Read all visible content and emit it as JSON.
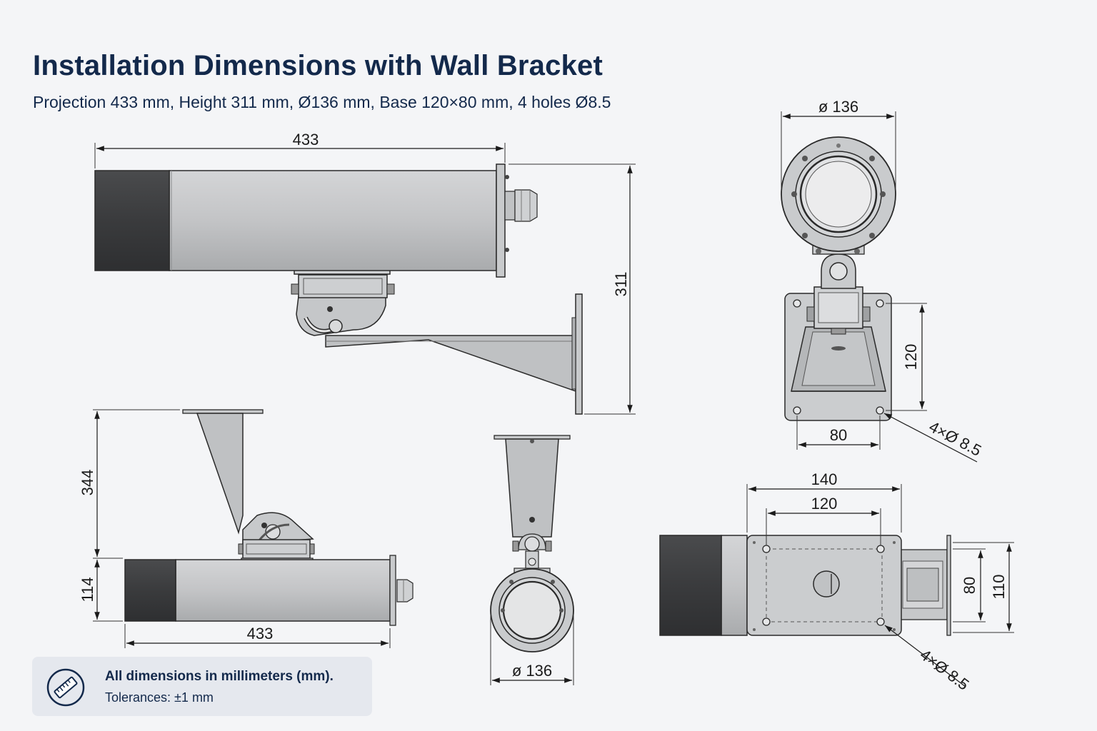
{
  "header": {
    "title": "Installation Dimensions with Wall Bracket",
    "subtitle": "Projection 433 mm, Height 311 mm, Ø136 mm, Base 120×80 mm, 4 holes Ø8.5"
  },
  "dimensions": {
    "side_projection": "433",
    "side_height": "311",
    "front_diameter": "ø 136",
    "front_base_height": "120",
    "front_base_width": "80",
    "front_holes": "4×Ø 8.5",
    "ceiling_height_upper": "344",
    "ceiling_height_lower": "114",
    "ceiling_length": "433",
    "ceiling_front_diameter": "ø 136",
    "top_width_outer": "140",
    "top_width_inner": "120",
    "top_depth_inner": "80",
    "top_depth_outer": "110",
    "top_holes": "4×Ø 8.5"
  },
  "note": {
    "icon": "ruler-icon",
    "line1": "All dimensions in millimeters (mm).",
    "line2": "Tolerances: ±1 mm"
  },
  "colors": {
    "title": "#13294b",
    "housing": "#b9bbbd",
    "sunshield": "#3d3e40",
    "outline": "#2a2a2a",
    "note_background": "#e5e8ee"
  }
}
